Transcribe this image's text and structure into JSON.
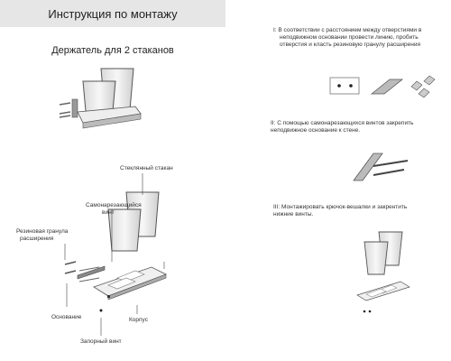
{
  "header": {
    "title": "Инструкция по монтажу",
    "subtitle": "Держатель для 2 стаканов"
  },
  "labels": {
    "glass": "Стеклянный стакан",
    "screw_line1": "Самонарезающийся",
    "screw_line2": "винт",
    "plug_line1": "Резиновая гранула",
    "plug_line2": "расширения",
    "base": "Основание",
    "body": "Корпус",
    "lock_screw": "Запорный винт"
  },
  "steps": [
    {
      "line1": "I: В соответствии с расстоянием между отверстиями в",
      "line2": "неподвижном основании провести линию, пробить",
      "line3": "отверстия и класть резиновую гранулу расширения"
    },
    {
      "line1": "II: С помощью самонарезающихся винтов закрепить",
      "line2": "неподвижное основание к стене."
    },
    {
      "line1": "III: Монтажировать крючок-вешалки и закрентить",
      "line2": "нижние винты."
    }
  ]
}
